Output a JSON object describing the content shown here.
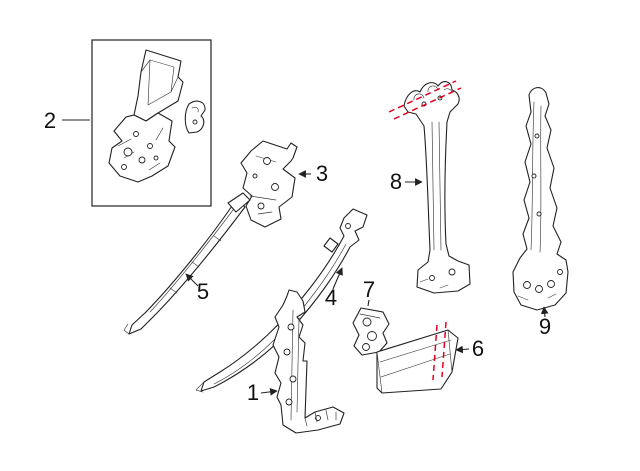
{
  "diagram": {
    "background": "#ffffff",
    "line_color": "#222222",
    "accent_color": "#e30022",
    "callouts": {
      "c1": "1",
      "c2": "2",
      "c3": "3",
      "c4": "4",
      "c5": "5",
      "c6": "6",
      "c7": "7",
      "c8": "8",
      "c9": "9"
    }
  }
}
